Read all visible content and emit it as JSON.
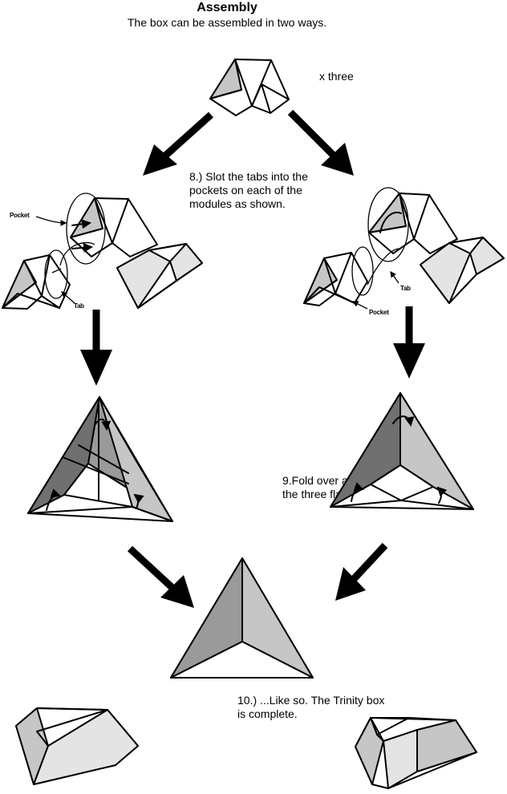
{
  "header": {
    "title": "Assembly",
    "subtitle": "The box can be assembled in two ways."
  },
  "module": {
    "multiplier": "x three"
  },
  "steps": [
    {
      "text": "8.) Slot the tabs into the pockets on each of the modules as shown."
    },
    {
      "text": "9.Fold over and interlock the three flaps on the base."
    },
    {
      "text": "10.) ...Like so. The Trinity box is complete."
    }
  ],
  "labels": {
    "pocket": "Pocket",
    "tab": "Tab"
  },
  "colors": {
    "dark_face": "#707070",
    "mid_face": "#9a9a9a",
    "light_face": "#c6c6c6",
    "pale_face": "#e4e4e4"
  }
}
